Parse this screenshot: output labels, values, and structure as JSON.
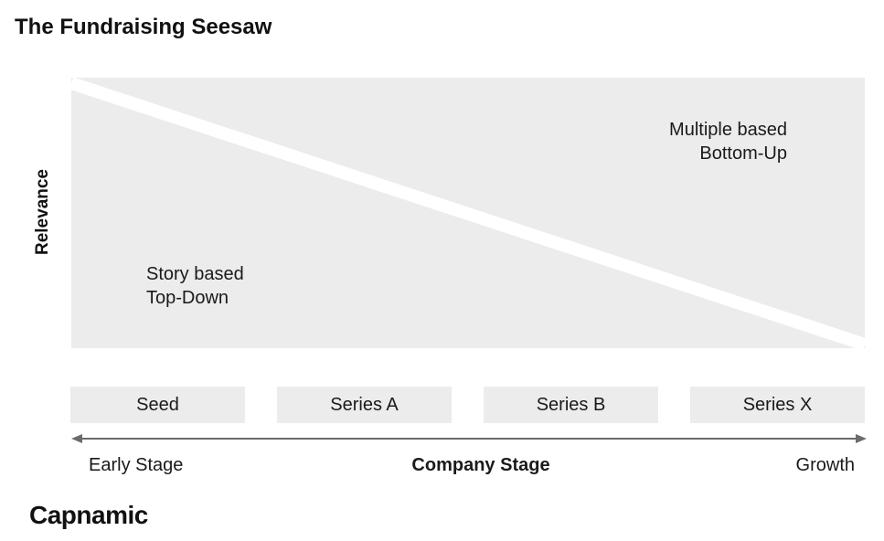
{
  "title": "The Fundraising Seesaw",
  "y_axis_label": "Relevance",
  "regions": {
    "lower_left": {
      "line1": "Story based",
      "line2": "Top-Down"
    },
    "upper_right": {
      "line1": "Multiple based",
      "line2": "Bottom-Up"
    }
  },
  "stages": [
    {
      "label": "Seed"
    },
    {
      "label": "Series A"
    },
    {
      "label": "Series B"
    },
    {
      "label": "Series X"
    }
  ],
  "x_axis": {
    "left_label": "Early Stage",
    "title": "Company Stage",
    "right_label": "Growth"
  },
  "brand": "Capnamic",
  "colors": {
    "panel": "#ececec",
    "divider": "#ffffff",
    "axis_line": "#6b6b6b",
    "text": "#1a1a1a"
  }
}
